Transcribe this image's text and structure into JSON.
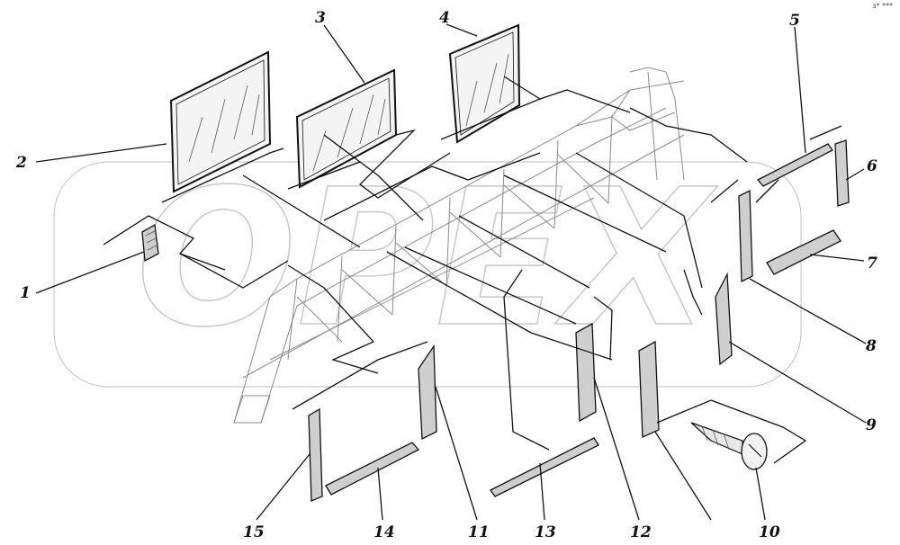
{
  "corner_mark": "з* ***",
  "watermark": "OPEX",
  "labels": [
    {
      "id": "1",
      "text": "1"
    },
    {
      "id": "2",
      "text": "2"
    },
    {
      "id": "3",
      "text": "3"
    },
    {
      "id": "4",
      "text": "4"
    },
    {
      "id": "5",
      "text": "5"
    },
    {
      "id": "6",
      "text": "6"
    },
    {
      "id": "7",
      "text": "7"
    },
    {
      "id": "8",
      "text": "8"
    },
    {
      "id": "9",
      "text": "9"
    },
    {
      "id": "10",
      "text": "10"
    },
    {
      "id": "11",
      "text": "11"
    },
    {
      "id": "12",
      "text": "12"
    },
    {
      "id": "13",
      "text": "13"
    },
    {
      "id": "14",
      "text": "14"
    },
    {
      "id": "15",
      "text": "15"
    }
  ]
}
